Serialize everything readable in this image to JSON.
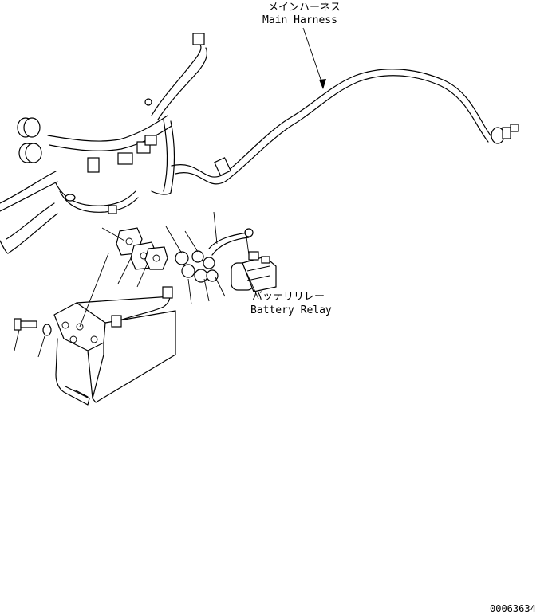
{
  "labels": {
    "main_harness_jp": "メインハーネス",
    "main_harness_en": "Main Harness",
    "battery_relay_jp": "バッテリリレー",
    "battery_relay_en": "Battery Relay",
    "drawing_number": "00063634"
  }
}
